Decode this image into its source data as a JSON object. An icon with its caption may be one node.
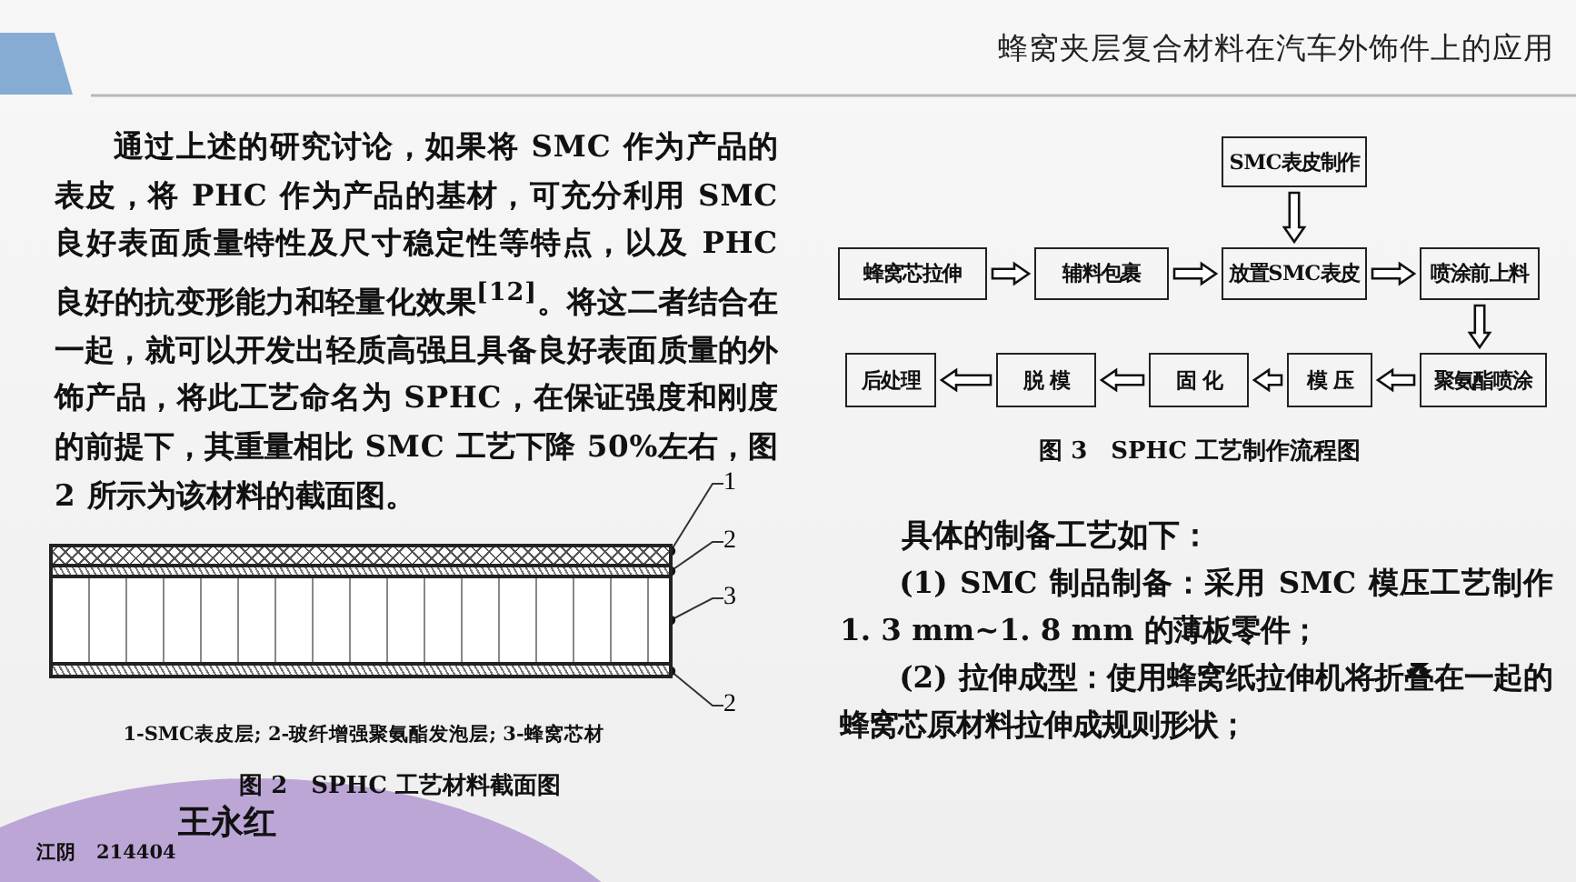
{
  "diagram": {
    "title": "蜂窝夹层复合材料在汽车外饰件上的应用",
    "nodes": [
      {
        "text": [
          "SMC表皮制作"
        ]
      },
      {
        "text": [
          "蜂窝芯拉伸"
        ]
      },
      {
        "text": [
          "辅料包裹"
        ]
      },
      {
        "text": [
          "放置SMC表皮"
        ]
      },
      {
        "text": [
          "喷涂前上料"
        ]
      },
      {
        "text": [
          "后处理"
        ]
      },
      {
        "text": [
          "脱 模"
        ]
      },
      {
        "text": [
          "固 化"
        ]
      },
      {
        "text": [
          "模 压"
        ]
      },
      {
        "text": [
          "聚氨酯喷涂"
        ]
      },
      {
        "text": [],
        "shape": "box"
      },
      {
        "text": [],
        "shape": "box"
      },
      {
        "text": [],
        "shape": "box"
      },
      {
        "text": [],
        "shape": "box"
      },
      {
        "text": [
          "1"
        ]
      },
      {
        "text": [
          "2"
        ]
      },
      {
        "text": [
          "3"
        ]
      },
      {
        "text": [
          "2"
        ]
      }
    ],
    "edges": [
      {
        "from": 0,
        "to": 3,
        "arrow": "to"
      },
      {
        "from": 1,
        "to": 2,
        "arrow": "to"
      },
      {
        "from": 2,
        "to": 3,
        "arrow": "to"
      },
      {
        "from": 3,
        "to": 4,
        "arrow": "to"
      },
      {
        "from": 4,
        "to": 9,
        "arrow": "to"
      },
      {
        "from": 9,
        "to": 8,
        "arrow": "to"
      },
      {
        "from": 8,
        "to": 7,
        "arrow": "to"
      },
      {
        "from": 7,
        "to": 6,
        "arrow": "to"
      },
      {
        "from": 6,
        "to": 5,
        "arrow": "to"
      },
      {
        "from": 14,
        "to": 10,
        "arrow": "other"
      },
      {
        "from": 15,
        "to": 11,
        "arrow": "other"
      },
      {
        "from": 16,
        "to": 12,
        "arrow": "other"
      },
      {
        "from": 17,
        "to": 13,
        "arrow": "other"
      }
    ],
    "labels": [
      "通过上述的研究讨论，如果将 SMC 作为产品的表皮，将 PHC 作为产品的基材，可充分利用 SMC 良好表面质量特性及尺寸稳定性等特点，以及 PHC 良好的抗变形能力和轻量化效果$^{[12]}$。将这二者结合在一起，就可以开发出轻质高强且具备良好表面质量的外饰产品，将此工艺命名为 SPHC，在保证强度和刚度的前提下，其重量相比 SMC 工艺下降 50%左右，图 2 所示为该材料的截面图。",
      "1-SMC表皮层; 2-玻纤增强聚氨酯发泡层; 3-蜂窝芯材",
      "图 2　SPHC 工艺材料截面图",
      "图 3　SPHC 工艺制作流程图",
      "具体的制备工艺如下：",
      "(1) SMC 制品制备：采用 SMC 模压工艺制作 1. 3 mm~1. 8 mm 的薄板零件；",
      "(2) 拉伸成型：使用蜂窝纸拉伸机将折叠在一起的蜂窝芯原材料拉伸成规则形状；",
      "王永红",
      "江阴　214404"
    ]
  }
}
